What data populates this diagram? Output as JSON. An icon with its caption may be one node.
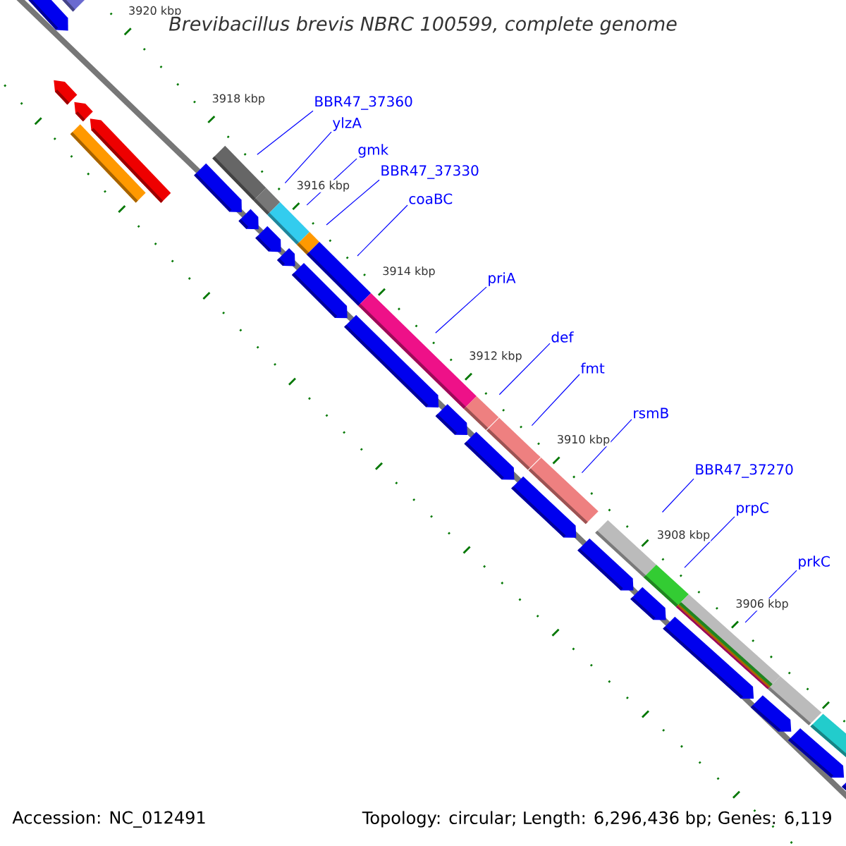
{
  "diagram": {
    "title": "*Brevibacillus brevis* NBRC 100599, complete genome",
    "nodes": [
      {
        "text": [
          "BBR47_37360"
        ]
      },
      {
        "text": [
          "ylzA"
        ]
      },
      {
        "text": [
          "gmk"
        ]
      },
      {
        "text": [
          "BBR47_37330"
        ]
      },
      {
        "text": [
          "coaBC"
        ]
      },
      {
        "text": [
          "priA"
        ]
      },
      {
        "text": [
          "def"
        ]
      },
      {
        "text": [
          "fmt"
        ]
      },
      {
        "text": [
          "rsmB"
        ]
      },
      {
        "text": [
          "BBR47_37270"
        ]
      },
      {
        "text": [
          "prpC"
        ]
      },
      {
        "text": [
          "prkC"
        ]
      }
    ],
    "edges": [
      {
        "from": 0,
        "to": null,
        "arrow": "none"
      },
      {
        "from": 1,
        "to": null,
        "arrow": "none"
      },
      {
        "from": 2,
        "to": null,
        "arrow": "none"
      },
      {
        "from": 3,
        "to": null,
        "arrow": "none"
      },
      {
        "from": 4,
        "to": null,
        "arrow": "none"
      },
      {
        "from": 5,
        "to": null,
        "arrow": "none"
      },
      {
        "from": 6,
        "to": null,
        "arrow": "none"
      },
      {
        "from": 7,
        "to": null,
        "arrow": "none"
      },
      {
        "from": 8,
        "to": null,
        "arrow": "none"
      },
      {
        "from": 9,
        "to": null,
        "arrow": "none"
      },
      {
        "from": 10,
        "to": null,
        "arrow": "none"
      },
      {
        "from": 11,
        "to": null,
        "arrow": "none"
      }
    ],
    "labels": [
      "3920 kbp",
      "3918 kbp",
      "3916 kbp",
      "3914 kbp",
      "3912 kbp",
      "3910 kbp",
      "3908 kbp",
      "3906 kbp",
      "Accession: NC_012491",
      "Topology: circular; Length: 6,296,436 bp; Genes: 6,119"
    ]
  }
}
